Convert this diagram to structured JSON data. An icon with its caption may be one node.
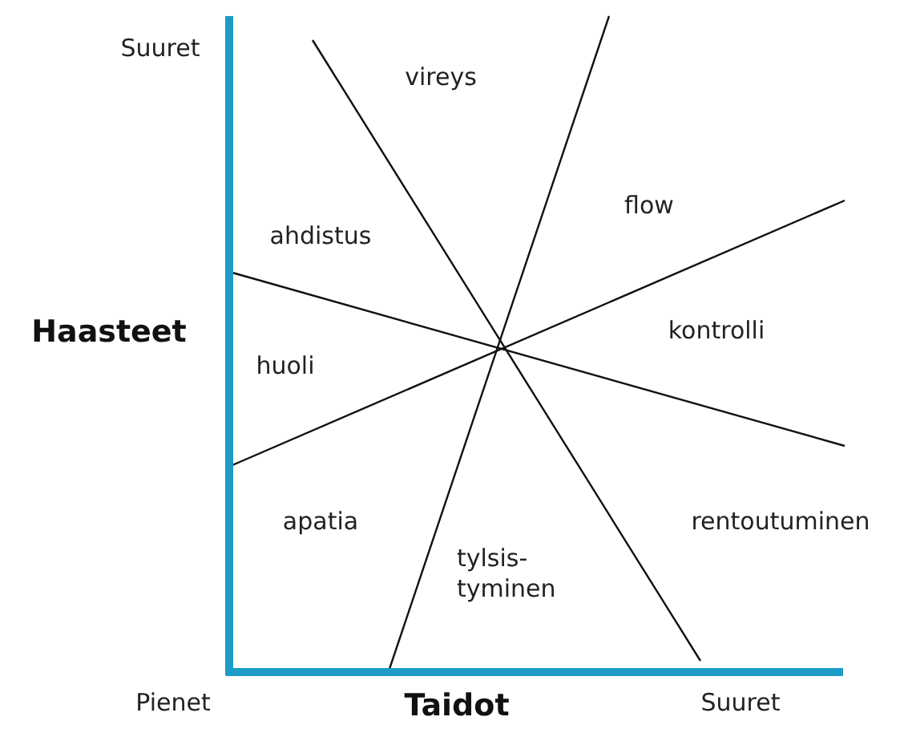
{
  "diagram": {
    "labels": [
      "Suuret",
      "vireys",
      "flow",
      "ahdistus",
      "Haasteet",
      "kontrolli",
      "huoli",
      "apatia",
      "rentoutuminen",
      "tylsis- tyminen",
      "Pienet",
      "Taidot",
      "Suuret"
    ]
  }
}
